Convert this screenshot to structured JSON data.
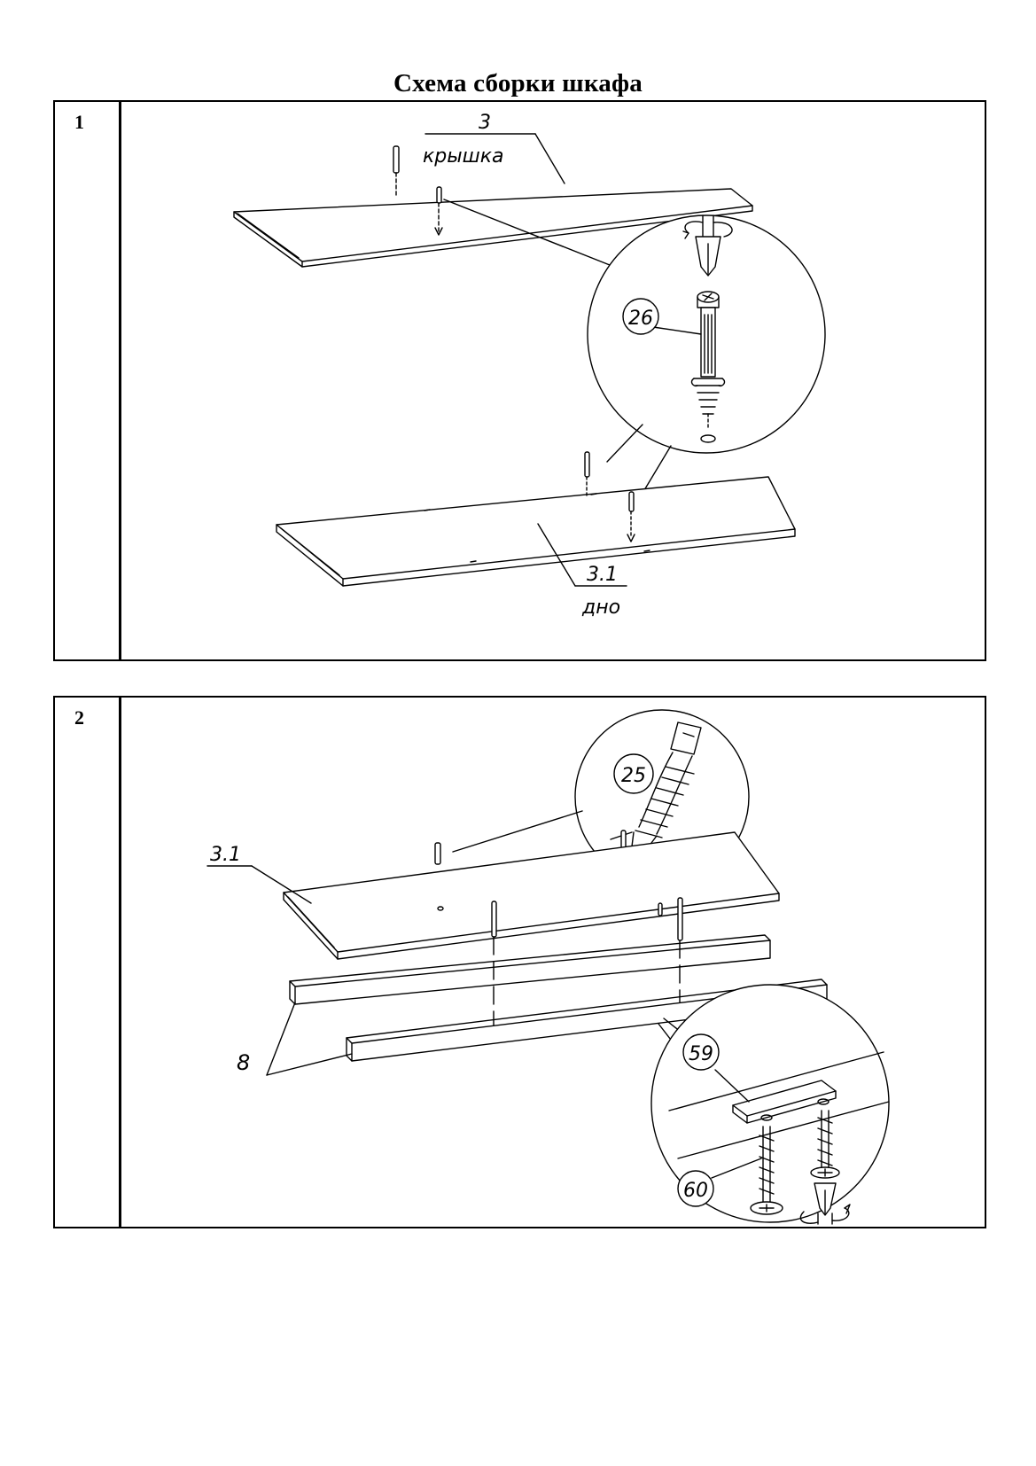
{
  "title": "Схема сборки шкафа",
  "steps": [
    {
      "number": "1",
      "labels": {
        "top_part_number": "3",
        "top_part_name": "крышка",
        "fastener": "26",
        "bottom_part_number": "3.1",
        "bottom_part_name": "дно"
      }
    },
    {
      "number": "2",
      "labels": {
        "panel": "3.1",
        "fastener_top": "25",
        "rail": "8",
        "bracket": "59",
        "screw": "60"
      }
    }
  ]
}
